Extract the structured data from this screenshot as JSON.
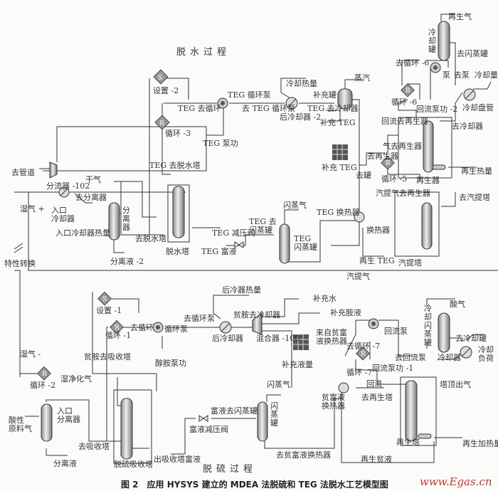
{
  "sections": {
    "dehydration": "脱水过程",
    "desulfurization": "脱硫过程"
  },
  "caption": "图 2　应用 HYSYS 建立的 MDEA 法脱硫和 TEG 法脱水工艺模型图",
  "watermark": "www.Egas.cn",
  "teg": {
    "set2": "设置 -2",
    "teg_to_recycle": "TEG 去循环",
    "recycle3": "循环 -3",
    "teg_pump": "TEG 循环泵",
    "to_teg_pump": "去 TEG 循环泵",
    "teg_pump_work": "TEG 泵功",
    "cooling_heat": "冷却热量",
    "aftercooler2": "后冷却器 -2",
    "makeup_tank": "补充罐",
    "steam": "蒸汽",
    "teg_to_cooler": "TEG 去冷却器",
    "makeup_teg": "补充 TEG",
    "makeup_teg2": "补充 TEG",
    "to_tank": "去罐",
    "teg_to_absorber": "TEG 去脱水塔",
    "to_pipeline": "去管道",
    "splitter": "分流器 -102",
    "dry_gas": "干气",
    "wet_gas_plus": "湿气 +",
    "inlet_cooler": "入口\n冷却器",
    "to_separator": "去分离器",
    "inlet_cooler_heat": "入口冷却器热量",
    "separator": "分离器",
    "sep_liquid2": "分离液 -2",
    "to_absorber": "去脱水塔",
    "absorber": "脱水塔",
    "teg_valve": "TEG 减压阀",
    "teg_rich": "TEG 富液",
    "teg_to_flash": "TEG 去\n闪蒸罐",
    "flash_gas": "闪蒸气",
    "teg_flash": "TEG\n闪蒸罐",
    "teg_hx": "TEG 换热器",
    "hx": "换热器",
    "regen_teg": "再生 TEG",
    "stripping_gas": "汽提气",
    "strip_col": "汽提塔",
    "to_stripper": "去汽提塔",
    "strip_to_regen": "汽提气去再生器",
    "gas_to_regen": "气去再生器",
    "to_regen": "去再生器",
    "recycle5": "循环 -5",
    "regenerator": "再生器",
    "regen_heat": "再生热量",
    "reflux_to_regen": "回流去再生器",
    "reflux_pump_work2": "回流泵功 -2",
    "to_cooler": "去冷却器",
    "to_recycle6": "去循环 -6",
    "recycle6": "循环 -6",
    "pump": "泵",
    "to_pump": "去泵",
    "cool_tank": "冷却罐",
    "regen_gas": "再生气",
    "to_flash_tank": "去闪蒸罐",
    "cooling_amount": "冷却量",
    "cooler_coil": "冷却盘管",
    "property_convert": "特性转换"
  },
  "mdea": {
    "set1": "设置 -1",
    "recycle1": "循环 -1",
    "to_recycle": "去循环",
    "recycle_pump": "循环泵",
    "amine_pump_work": "醇胺泵功",
    "to_recycle_pump": "去循环泵",
    "aftercooler_heat": "后冷器热量",
    "lean_to_cooler": "贫胺去冷却器",
    "aftercooler": "后冷却器",
    "mixer": "混合器 -100",
    "makeup_water": "补充水",
    "makeup_amine": "补充胺液",
    "from_hx": "来自贫富\n液换热器",
    "makeup_liquid": "补充液量",
    "lean_to_absorber": "贫胺去吸收塔",
    "wet_gas_minus": "湿气 -",
    "recycle2": "循环 -2",
    "sweet_gas": "湿净化气",
    "sour_feed": "酸性\n原料气",
    "inlet_sep": "入口\n分离器",
    "sep_liquid": "分离液",
    "to_absorber": "去吸收塔",
    "absorber": "脱硫吸收塔",
    "rich_out": "出吸收塔富液",
    "rich_valve": "富液减压阀",
    "rich_to_flash": "富液去闪蒸罐",
    "flash_gas": "闪蒸气",
    "flash_tank": "闪蒸罐",
    "to_lr_hx": "去贫富液换热器",
    "lr_hx": "贫富液\n换热器",
    "to_regen_col": "去再生塔",
    "regen_col": "再生塔",
    "regen_lean": "再生贫液",
    "regen_heat": "再生加热量",
    "reflux": "回流",
    "recycle7": "循环 -7",
    "to_recycle7": "去循环 -7",
    "reflux_pump": "回流泵",
    "reflux_pump_work1": "回流泵功 -1",
    "to_reflux_pump": "去回流泵",
    "cool_flash": "冷却闪蒸罐",
    "acid_gas": "酸气",
    "to_cool_tank": "去冷却罐",
    "cooler": "冷却器",
    "cooling_load": "冷却\n负荷",
    "top_gas": "塔顶出气"
  }
}
